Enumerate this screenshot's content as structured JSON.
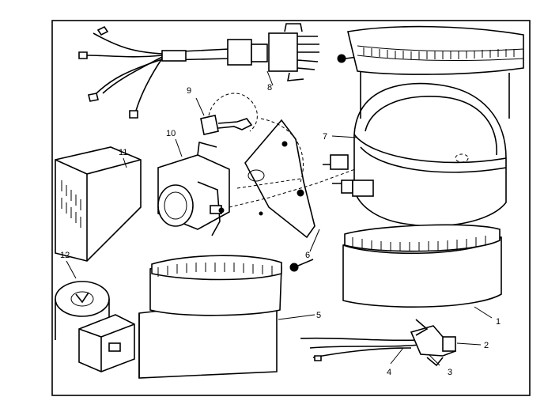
{
  "callouts": [
    {
      "id": "c1",
      "label": "1"
    },
    {
      "id": "c2",
      "label": "2"
    },
    {
      "id": "c3",
      "label": "3"
    },
    {
      "id": "c4",
      "label": "4"
    },
    {
      "id": "c5",
      "label": "5"
    },
    {
      "id": "c6",
      "label": "6"
    },
    {
      "id": "c7",
      "label": "7"
    },
    {
      "id": "c8",
      "label": "8"
    },
    {
      "id": "c9",
      "label": "9"
    },
    {
      "id": "c10",
      "label": "10"
    },
    {
      "id": "c11",
      "label": "11"
    },
    {
      "id": "c12",
      "label": "12"
    }
  ],
  "colors": {
    "ink": "#000000",
    "paper": "#ffffff"
  }
}
